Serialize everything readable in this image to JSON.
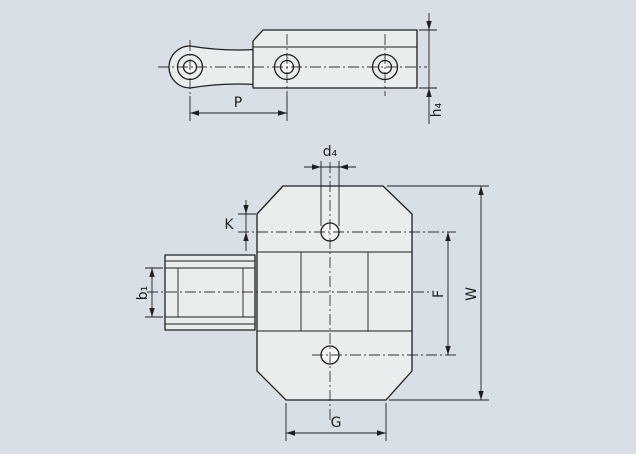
{
  "drawing": {
    "colors": {
      "background": "#d8dfe6",
      "part_fill": "#eaedee",
      "hole_fill": "#f4f6f7",
      "line": "#1f1f1f"
    },
    "side_view": {
      "pitch_label": "P",
      "attachment_height_label": "h₄"
    },
    "front_view": {
      "hole_diameter_label": "d₄",
      "hole_offset_label": "K",
      "inner_width_label": "b₁",
      "hole_spacing_label": "F",
      "plate_width_label": "W",
      "bottom_width_label": "G"
    }
  }
}
